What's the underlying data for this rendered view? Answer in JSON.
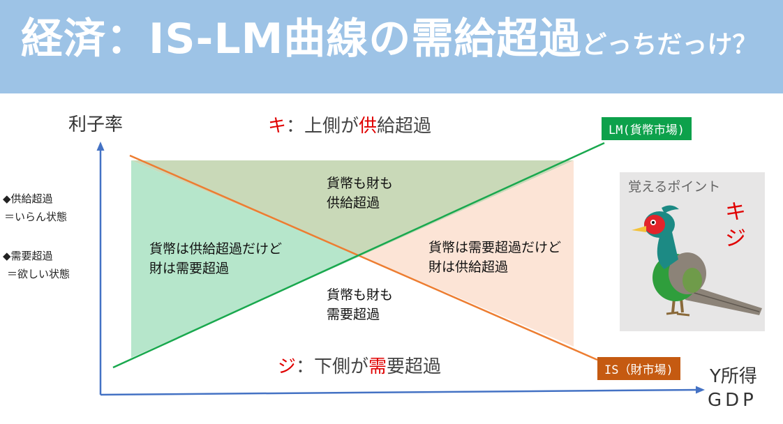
{
  "header": {
    "title_main": "経済：IS-LM曲線の需給超過",
    "title_sub": "どっちだっけ？"
  },
  "axes": {
    "y_label": "利子率",
    "x_label_line1": "Y所得",
    "x_label_line2": "GDP"
  },
  "notes": {
    "supply_excess_title": "◆供給超過",
    "supply_excess_desc": "＝いらん状態",
    "demand_excess_title": "◆需要超過",
    "demand_excess_desc": "＝欲しい状態"
  },
  "upper_rule": {
    "mark": "キ",
    "text_before": "：上側が",
    "emph": "供",
    "text_after": "給超過"
  },
  "lower_rule": {
    "mark": "ジ",
    "text_before": "：下側が",
    "emph": "需",
    "text_after": "要超過"
  },
  "regions": {
    "top_line1": "貨幣も財も",
    "top_line2": "供給超過",
    "left_line1": "貨幣は供給超過だけど",
    "left_line2": "財は需要超過",
    "right_line1": "貨幣は需要超過だけど",
    "right_line2": "財は供給超過",
    "bottom_line1": "貨幣も財も",
    "bottom_line2": "需要超過"
  },
  "curves": {
    "lm_label": "LM(貨幣市場)",
    "is_label": "IS（財市場)"
  },
  "memory_point": {
    "title": "覚えるポイント",
    "char1": "キ",
    "char2": "ジ"
  },
  "colors": {
    "banner": "#9dc3e6",
    "lm_line": "#19a84e",
    "is_line": "#ed7d31",
    "axis": "#4472c4",
    "emphasis": "#e00000",
    "region_top": "#c9d9b8",
    "region_left": "#b6e6cb",
    "region_right": "#fce4d6"
  },
  "icons": {
    "bird": "pheasant-illustration"
  }
}
